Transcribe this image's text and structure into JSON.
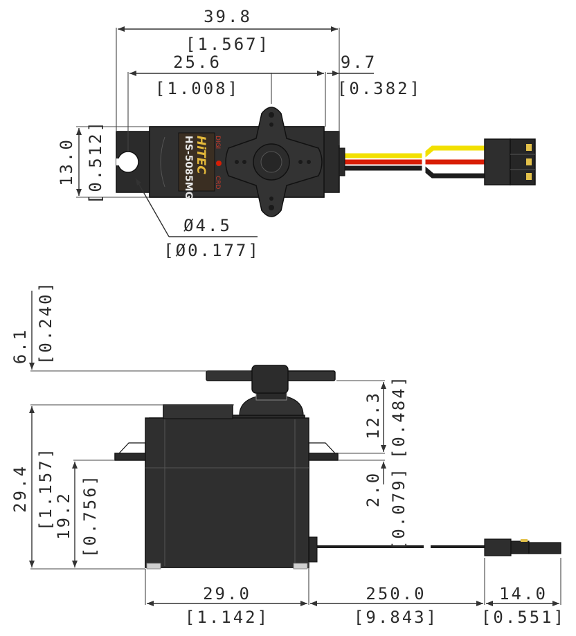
{
  "top_view": {
    "overall_length": {
      "mm": "39.8",
      "inch": "[1.567]"
    },
    "mount_spacing": {
      "mm": "25.6",
      "inch": "[1.008]"
    },
    "output_offset": {
      "mm": "9.7",
      "inch": "[0.382]"
    },
    "width": {
      "mm": "13.0",
      "inch": "[0.512]"
    },
    "hole_diameter": {
      "mm": "Ø4.5",
      "inch": "[Ø0.177]"
    },
    "label_brand": "HiTEC",
    "label_model": "HS-5085MG",
    "label_tag_top": "DIGI",
    "label_tag_bottom": "CRD"
  },
  "side_view": {
    "horn_height": {
      "mm": "6.1",
      "inch": "[0.240]"
    },
    "total_height": {
      "mm": "29.4",
      "inch": "[1.157]"
    },
    "flange_height": {
      "mm": "19.2",
      "inch": "[0.756]"
    },
    "shaft_height": {
      "mm": "12.3",
      "inch": "[0.484]"
    },
    "flange_thickness": {
      "mm": "2.0",
      "inch": "[0.079]"
    },
    "body_length": {
      "mm": "29.0",
      "inch": "[1.142]"
    },
    "wire_length": {
      "mm": "250.0",
      "inch": "[9.843]"
    },
    "connector_length": {
      "mm": "14.0",
      "inch": "[0.551]"
    }
  },
  "colors": {
    "case": "#2b2b2b",
    "wire_signal": "#f2e000",
    "wire_power": "#d81e05",
    "wire_ground": "#222222",
    "pins": "#e3c14a"
  }
}
